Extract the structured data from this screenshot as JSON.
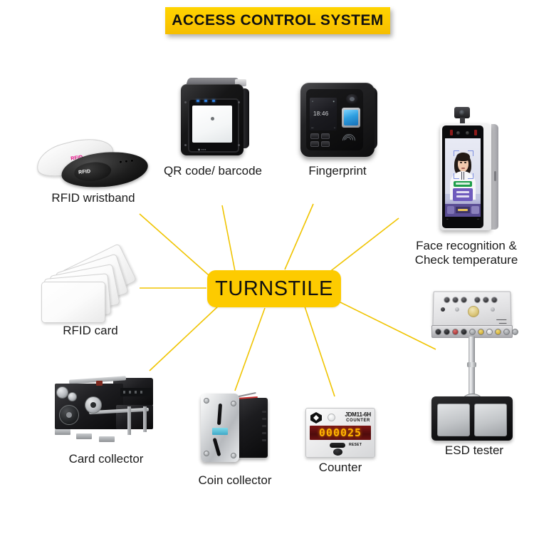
{
  "header": {
    "title": "ACCESS CONTROL SYSTEM",
    "banner_color": "#fdc800"
  },
  "hub": {
    "label": "TURNSTILE",
    "color": "#fdcb00"
  },
  "diagram": {
    "ray_color": "#f0c400",
    "background": "#ffffff",
    "node_count": 9
  },
  "nodes": [
    {
      "id": "rfid-wristband",
      "label": "RFID wristband",
      "icon": "wristband-icon",
      "details": {
        "white_band_tag": "RFID",
        "black_band_tag": "RFID"
      }
    },
    {
      "id": "qr-barcode",
      "label": "QR code/ barcode",
      "icon": "qr-scanner-icon",
      "details": {
        "brand_mark": "scanner-logo",
        "led_count": 3
      }
    },
    {
      "id": "fingerprint",
      "label": "Fingerprint",
      "icon": "fingerprint-terminal-icon",
      "details": {
        "screen_time": "18:46",
        "button_count": 4,
        "rfid_wave": "rfid-wave-icon"
      }
    },
    {
      "id": "face-recognition",
      "label": "Face recognition &\nCheck temperature",
      "icon": "face-terminal-icon",
      "details": {
        "has_camera_module": "yes",
        "ir_sensors": 2
      }
    },
    {
      "id": "esd-tester",
      "label": "ESD tester",
      "icon": "esd-tester-icon",
      "details": {
        "footplates": 2,
        "led_clusters": 2
      }
    },
    {
      "id": "counter",
      "label": "Counter",
      "icon": "counter-icon",
      "details": {
        "model": "JDM11-6H",
        "model_sub": "COUNTER",
        "display_value": "000025",
        "reset_label": "RESET",
        "display_color": "#ffb400"
      }
    },
    {
      "id": "coin-collector",
      "label": "Coin collector",
      "icon": "coin-acceptor-icon",
      "details": {
        "label_color": "#4fc3dd"
      }
    },
    {
      "id": "card-collector",
      "label": "Card collector",
      "icon": "card-collector-icon",
      "details": {
        "mount_feet": 3
      }
    },
    {
      "id": "rfid-card",
      "label": "RFID card",
      "icon": "card-stack-icon",
      "details": {
        "card_count": 5
      }
    }
  ]
}
